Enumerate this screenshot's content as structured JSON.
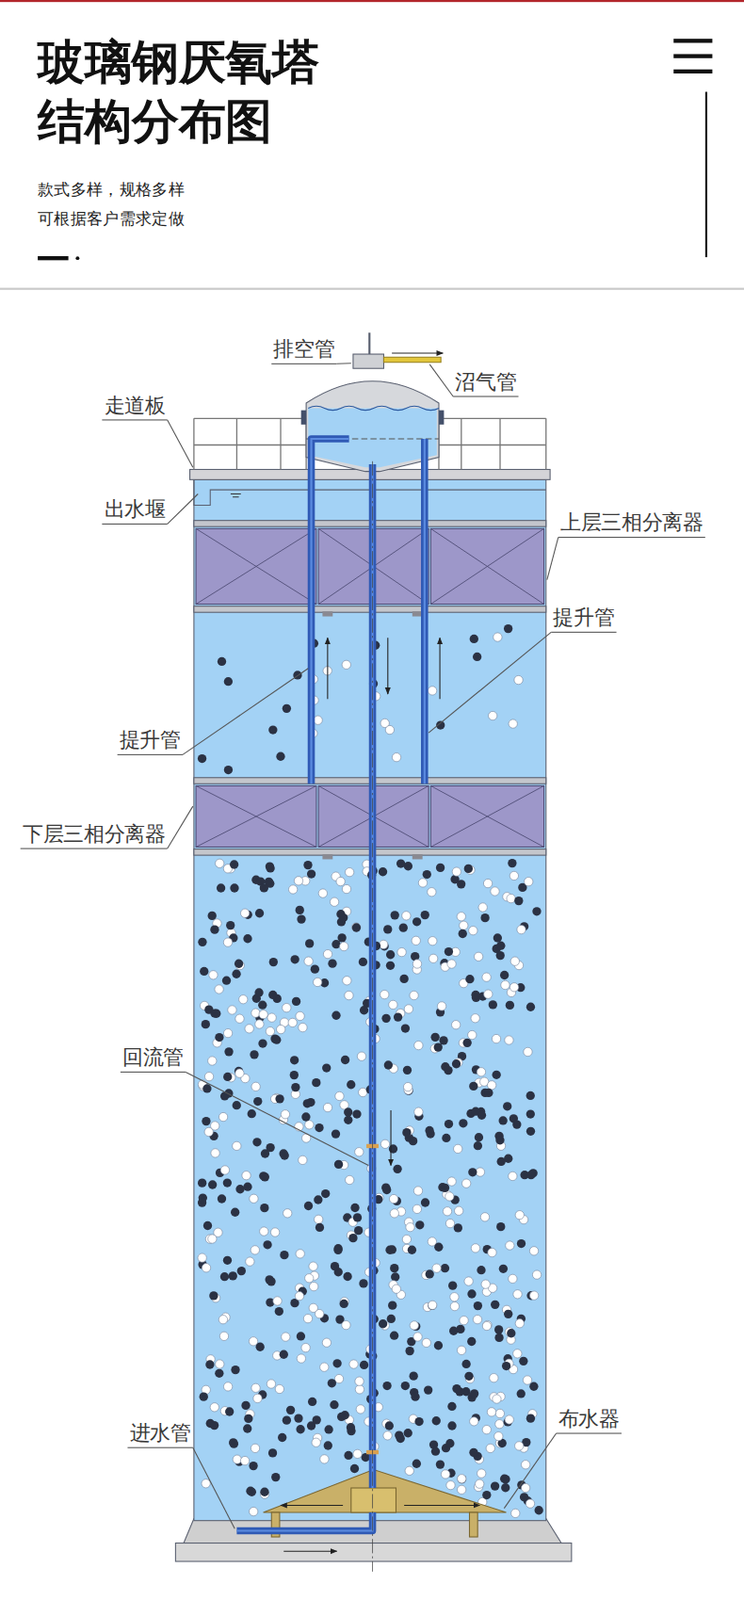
{
  "diagram": {
    "title": "玻璃钢厌氧塔 结构分布图",
    "labels": [
      "款式多样，规格多样",
      "可根据客户需求定做",
      "排空管",
      "沼气管",
      "走道板",
      "出水堰",
      "上层三相分离器",
      "提升管",
      "提升管",
      "下层三相分离器",
      "回流管",
      "进水管",
      "布水器"
    ]
  }
}
